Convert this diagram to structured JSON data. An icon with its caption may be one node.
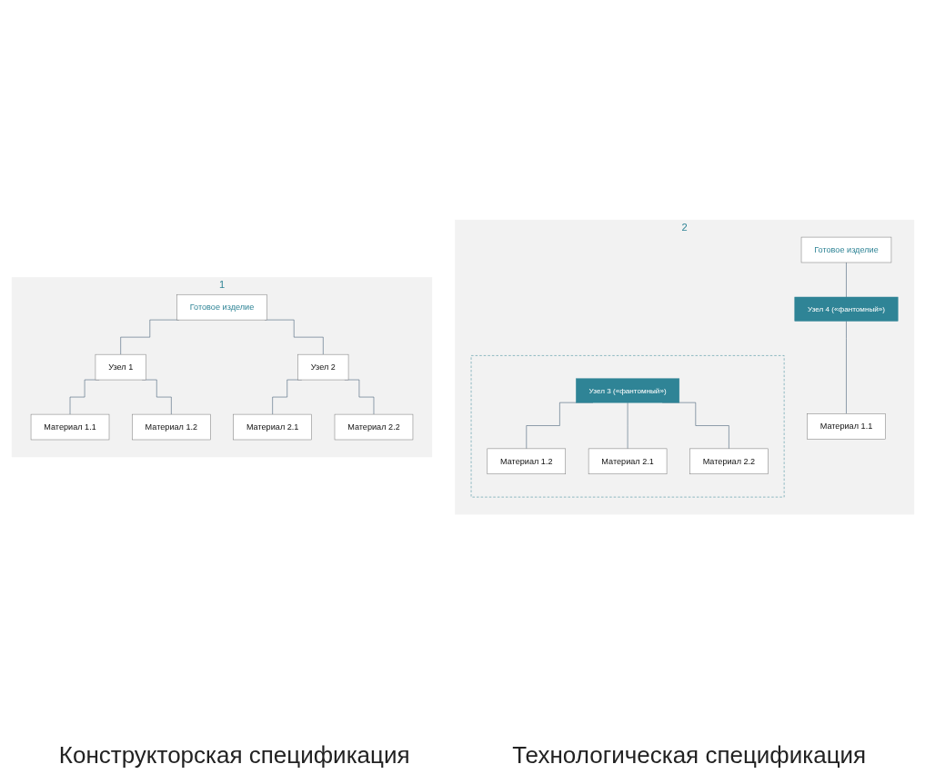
{
  "diagram": {
    "nodes": [
      {
        "text": [
          "1"
        ]
      },
      {
        "text": [
          "Готовое изделие"
        ],
        "in": 0
      },
      {
        "text": [
          "Узел 1"
        ],
        "in": 0
      },
      {
        "text": [
          "Материал 1.1"
        ],
        "in": 0
      },
      {
        "text": [
          "Материал 1.2"
        ],
        "in": 0
      },
      {
        "text": [
          "Узел 2"
        ],
        "in": 0
      },
      {
        "text": [
          "Материал 2.1"
        ],
        "in": 0
      },
      {
        "text": [
          "Материал 2.2"
        ],
        "in": 0
      },
      {
        "text": [
          "2"
        ]
      },
      {
        "text": [
          "Готовое изделие"
        ],
        "in": 8
      },
      {
        "text": [
          "Узел 4 («фантомный»)"
        ],
        "in": 8
      },
      {
        "text": [
          "Материал 1.1"
        ],
        "in": 8
      },
      {
        "text": [],
        "shape": "box",
        "in": 8
      },
      {
        "text": [
          "Узел 3 («фантомный»)"
        ],
        "in": 12
      },
      {
        "text": [
          "Материал 1.2"
        ],
        "in": 12
      },
      {
        "text": [
          "Материал 2.1"
        ],
        "in": 12
      },
      {
        "text": [
          "Материал 2.2"
        ],
        "in": 12
      }
    ],
    "edges": [
      {
        "from": 1,
        "to": 2,
        "arrow": "none"
      },
      {
        "from": 2,
        "to": 3,
        "arrow": "none"
      },
      {
        "from": 2,
        "to": 4,
        "arrow": "none"
      },
      {
        "from": 1,
        "to": 5,
        "arrow": "none"
      },
      {
        "from": 5,
        "to": 6,
        "arrow": "none"
      },
      {
        "from": 5,
        "to": 7,
        "arrow": "none"
      },
      {
        "from": 9,
        "to": 10,
        "arrow": "none"
      },
      {
        "from": 10,
        "to": 11,
        "arrow": "none"
      },
      {
        "from": 13,
        "to": 14,
        "arrow": "none"
      },
      {
        "from": 13,
        "to": 15,
        "arrow": "none"
      },
      {
        "from": 13,
        "to": 16,
        "arrow": "none"
      }
    ],
    "labels": [
      "Конструкторская спецификация",
      "Технологическая спецификация"
    ]
  }
}
